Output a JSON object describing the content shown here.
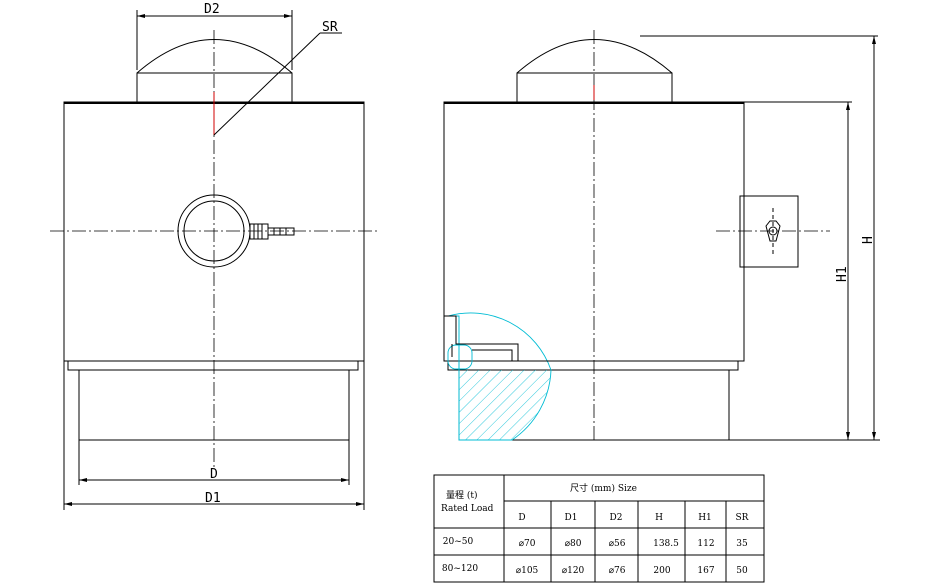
{
  "labels": {
    "d2": "D2",
    "sr": "SR",
    "d": "D",
    "d1": "D1",
    "h": "H",
    "h1": "H1"
  },
  "table": {
    "header_load_cn": "量程 (t)",
    "header_load_en": "Rated Load",
    "header_size": "尺寸 (mm) Size",
    "columns": [
      "D",
      "D1",
      "D2",
      "H",
      "H1",
      "SR"
    ],
    "rows": [
      {
        "load": "20~50",
        "values": [
          "⌀70",
          "⌀80",
          "⌀56",
          "138.5",
          "112",
          "35"
        ]
      },
      {
        "load": "80~120",
        "values": [
          "⌀105",
          "⌀120",
          "⌀76",
          "200",
          "167",
          "50"
        ]
      }
    ]
  }
}
